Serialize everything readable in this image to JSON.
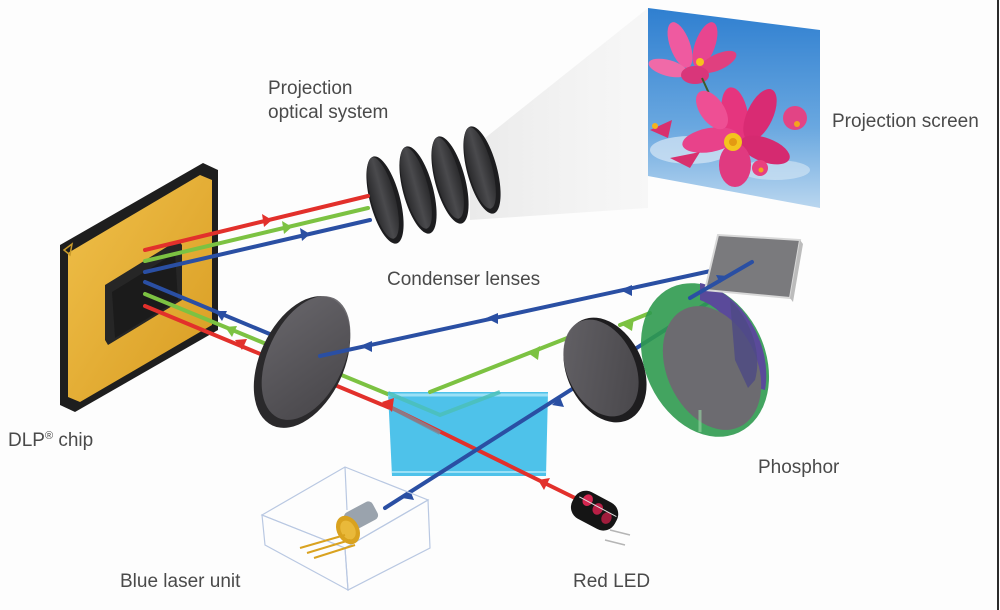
{
  "title": "DLP projector laser-phosphor hybrid light path",
  "labels": {
    "projection_optics_line1": "Projection",
    "projection_optics_line2": "optical system",
    "projection_screen": "Projection screen",
    "condenser_lenses": "Condenser lenses",
    "dlp_chip": "DLP",
    "dlp_chip_mark": "®",
    "dlp_chip_suffix": " chip",
    "phosphor": "Phosphor",
    "blue_laser_unit": "Blue laser unit",
    "red_led": "Red LED"
  },
  "colors": {
    "red_beam": "#e2302b",
    "green_beam": "#7cc242",
    "blue_beam": "#2a4fa3",
    "chip_gold": "#e8b23a",
    "chip_black": "#1e1e1e",
    "prism_cyan": "#3bbbe8",
    "lens_gray": "#5a585c",
    "phosphor_green": "#2f9a4f",
    "phosphor_purple": "#5a4a9a",
    "label_text": "#4a4a4a"
  },
  "beams": [
    {
      "color": "red",
      "direction": "chip-to-projection-optics"
    },
    {
      "color": "green",
      "direction": "chip-to-projection-optics"
    },
    {
      "color": "blue",
      "direction": "chip-to-projection-optics"
    },
    {
      "color": "blue",
      "direction": "mirror-to-chip"
    },
    {
      "color": "green",
      "direction": "phosphor-to-chip"
    },
    {
      "color": "red",
      "direction": "red-led-to-chip"
    },
    {
      "color": "blue",
      "direction": "blue-laser-to-phosphor"
    }
  ]
}
